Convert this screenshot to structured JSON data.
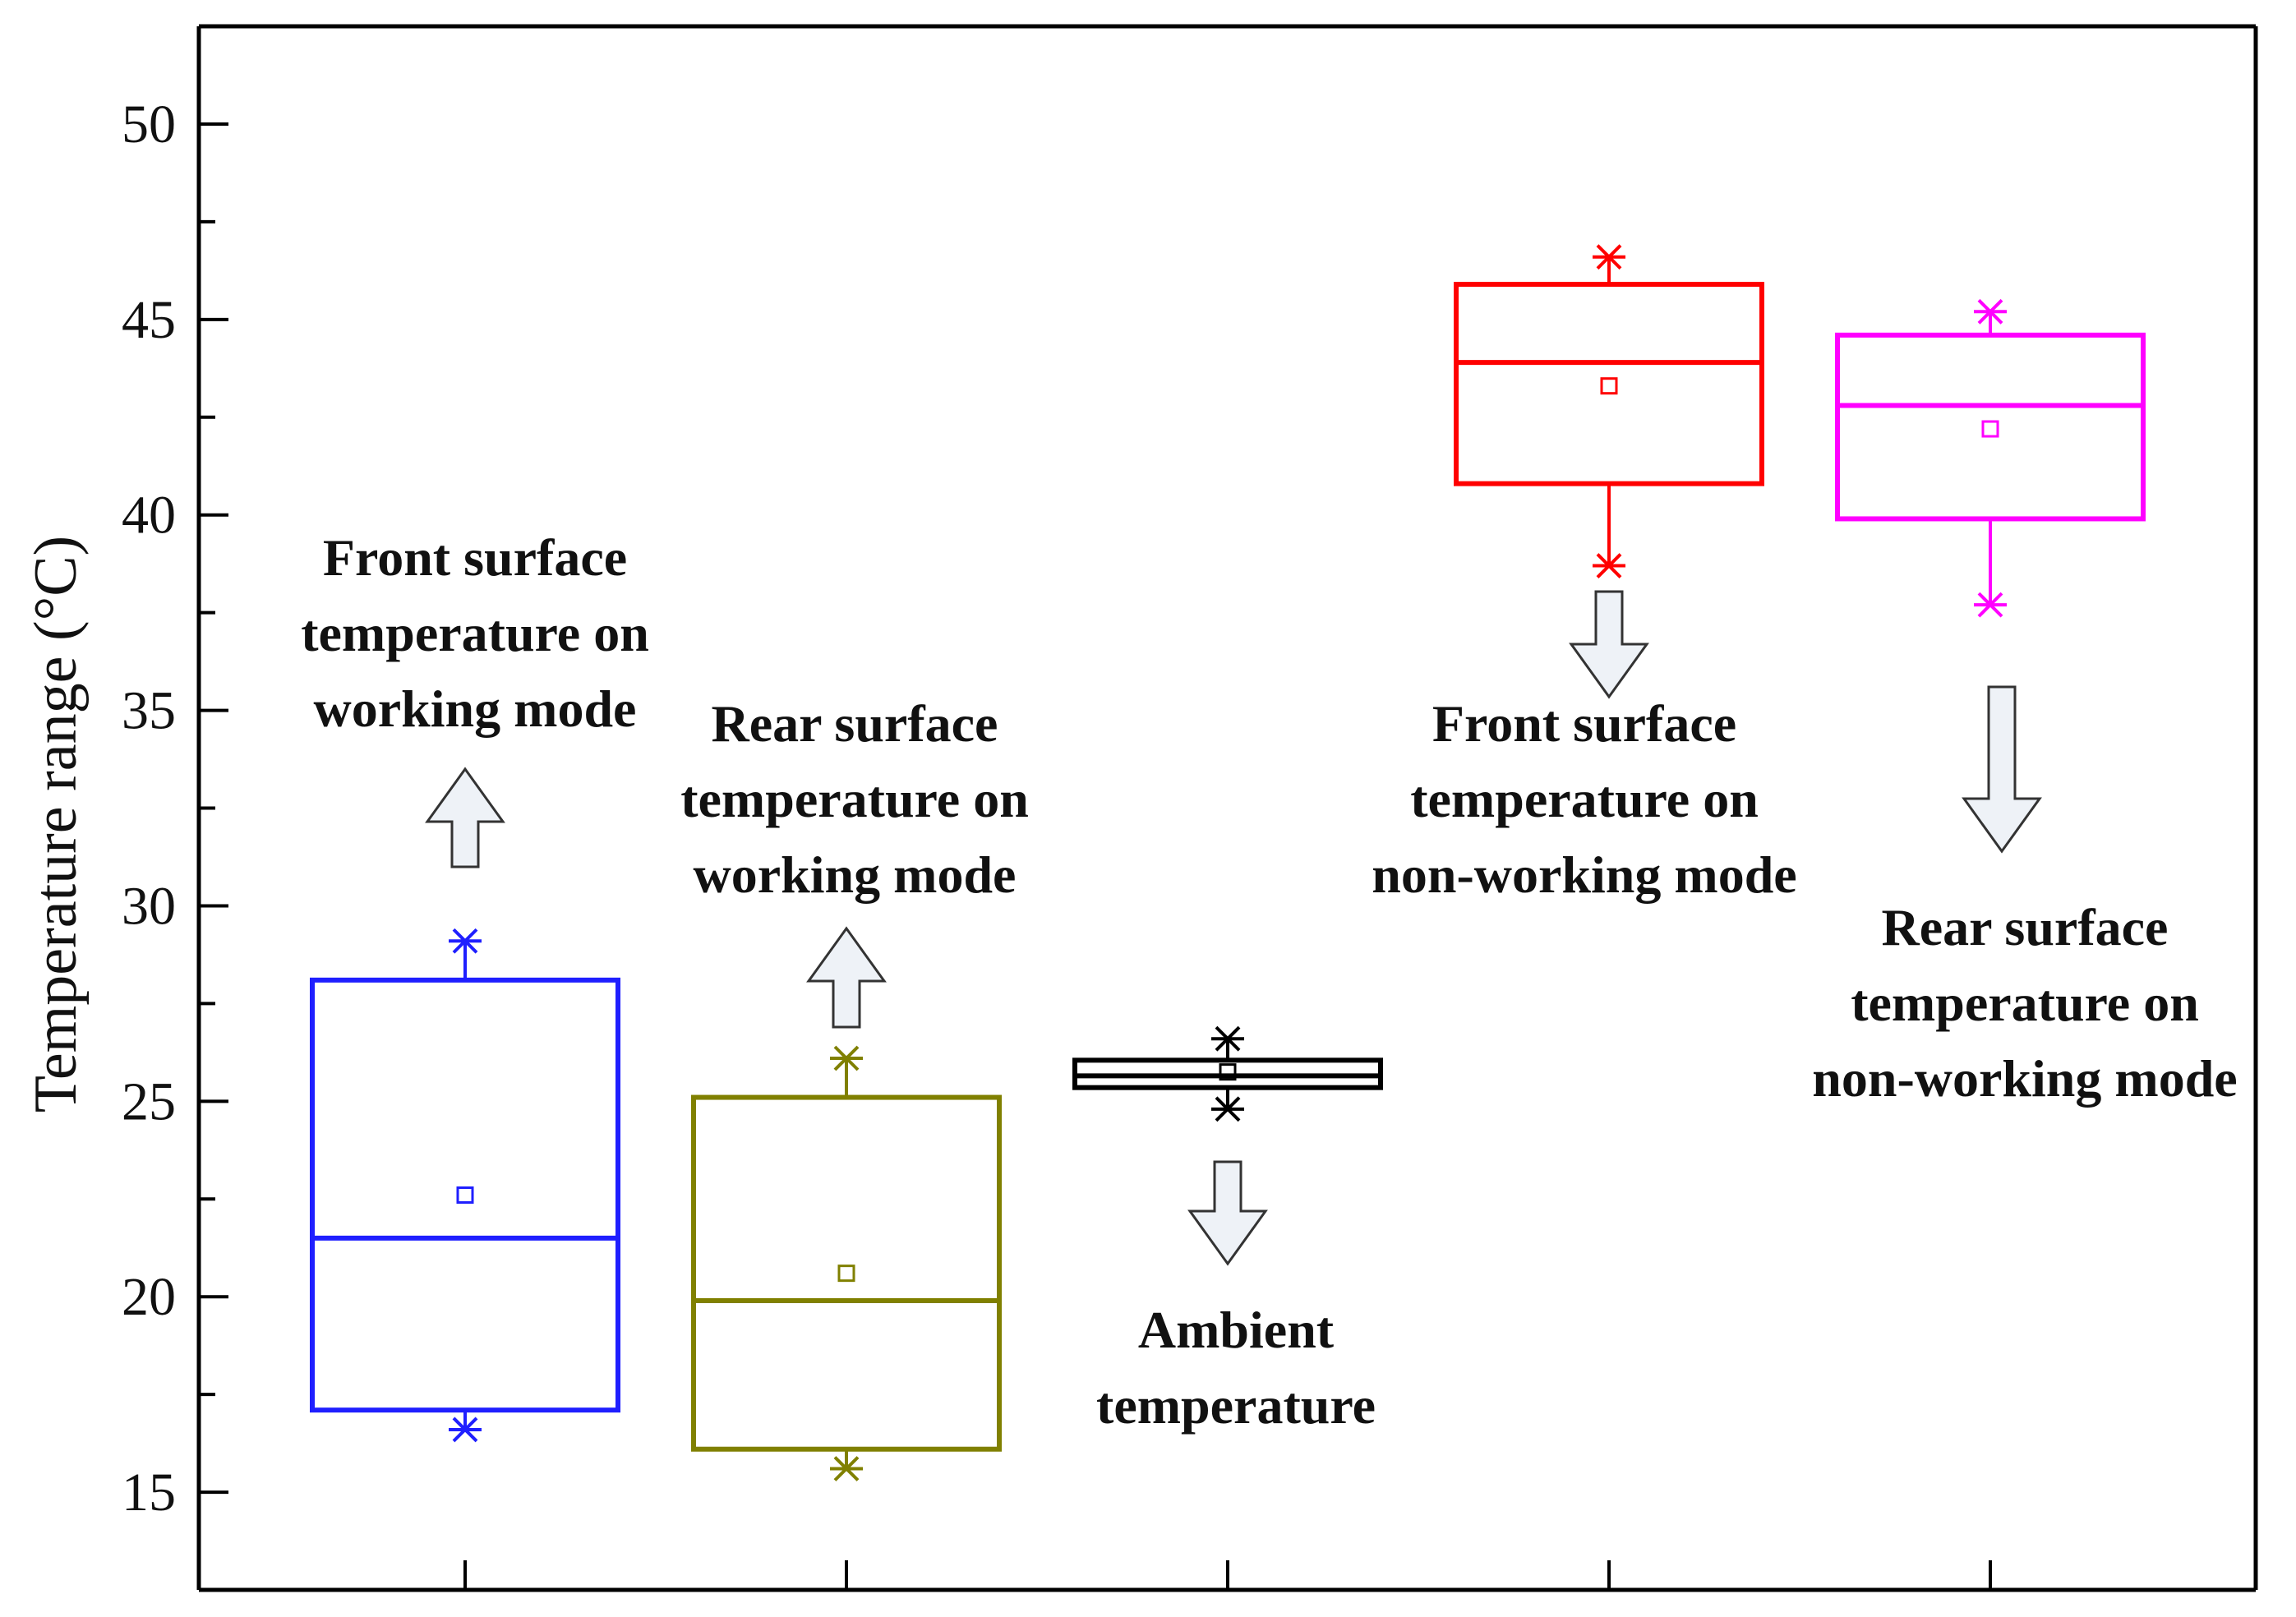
{
  "chart_data": {
    "type": "box",
    "ylabel": "Temperature range (°C)",
    "xlabel": "",
    "ylim": [
      12.5,
      52.5
    ],
    "yticks": [
      15,
      20,
      25,
      30,
      35,
      40,
      45,
      50
    ],
    "grid": false,
    "series": [
      {
        "annotation": [
          "Front surface",
          "temperature on",
          "working mode"
        ],
        "color": "#1f1fff",
        "q1": 17.1,
        "median": 21.5,
        "q3": 28.1,
        "mean": 22.6,
        "whisker_low": 16.6,
        "whisker_high": 29.1,
        "arrow": "up"
      },
      {
        "annotation": [
          "Rear surface",
          "temperature on",
          "working mode"
        ],
        "color": "#808000",
        "q1": 16.1,
        "median": 19.9,
        "q3": 25.1,
        "mean": 20.6,
        "whisker_low": 15.6,
        "whisker_high": 26.1,
        "arrow": "up"
      },
      {
        "annotation": [
          "Ambient",
          "temperature"
        ],
        "color": "#000000",
        "q1": 25.35,
        "median": 25.65,
        "q3": 26.05,
        "mean": 25.75,
        "whisker_low": 24.8,
        "whisker_high": 26.6,
        "arrow": "down"
      },
      {
        "annotation": [
          "Front surface",
          "temperature on",
          "non-working mode"
        ],
        "color": "#ff0000",
        "q1": 40.8,
        "median": 43.9,
        "q3": 45.9,
        "mean": 43.3,
        "whisker_low": 38.7,
        "whisker_high": 46.6,
        "arrow": "down"
      },
      {
        "annotation": [
          "Rear surface",
          "temperature on",
          "non-working mode"
        ],
        "color": "#ff00ff",
        "q1": 39.9,
        "median": 42.8,
        "q3": 44.6,
        "mean": 42.2,
        "whisker_low": 37.7,
        "whisker_high": 45.2,
        "arrow": "down"
      }
    ]
  }
}
